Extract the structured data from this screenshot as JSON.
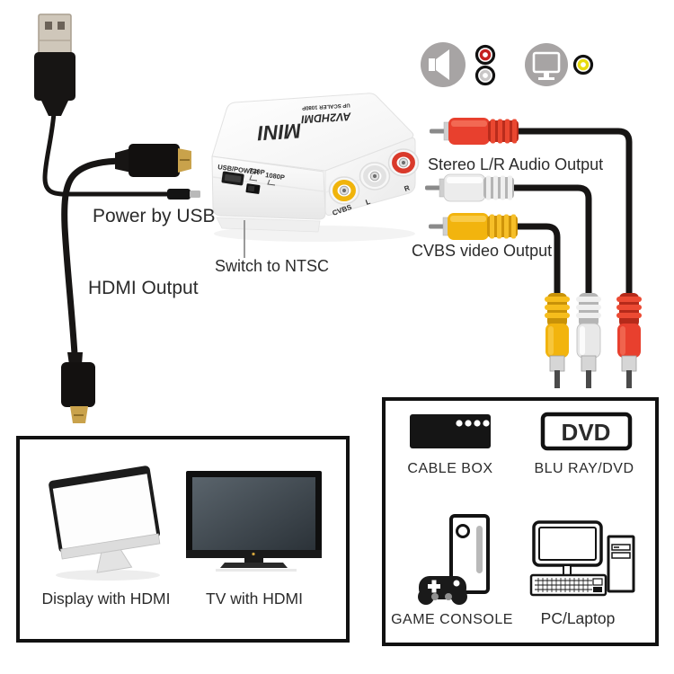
{
  "device": {
    "brand": "MINI",
    "model": "AV2HDMI",
    "model_subtitle": "UP SCALER 1080P",
    "labels": {
      "usb_power": "USB/POWER",
      "res_720": "720P",
      "res_1080": "1080P",
      "jack_cvbs": "CVBS",
      "jack_l": "L",
      "jack_r": "R"
    }
  },
  "annotations": {
    "power_by_usb": "Power by USB",
    "hdmi_output": "HDMI Output",
    "switch_to_ntsc": "Switch to NTSC",
    "stereo_audio_output": "Stereo L/R Audio Output",
    "cvbs_video_output": "CVBS video Output"
  },
  "legend": {
    "icons": [
      "speaker-icon",
      "rca-red-icon",
      "rca-white-icon",
      "display-icon",
      "rca-yellow-icon"
    ]
  },
  "displays_panel": {
    "display_label": "Display with HDMI",
    "tv_label": "TV with HDMI"
  },
  "sources_panel": {
    "cable_box_label": "CABLE BOX",
    "bluray_label": "BLU RAY/DVD",
    "dvd_badge": "DVD",
    "game_console_label": "GAME CONSOLE",
    "pc_label": "PC/Laptop"
  },
  "colors": {
    "rca_red": "#e8402e",
    "rca_white": "#ececec",
    "rca_yellow": "#f2b40e",
    "cable_black": "#171514",
    "icon_gray": "#a7a4a4",
    "hdmi_gold": "#c9a24b"
  }
}
